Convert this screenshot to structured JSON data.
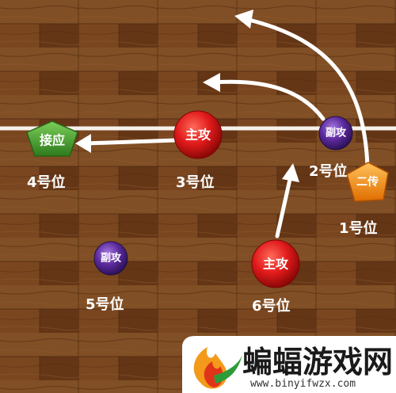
{
  "colors": {
    "court_base": "#7a4520",
    "net_line": "#f4f0ea",
    "arrow": "#ffffff",
    "red_player": "#d81818",
    "purple_player": "#5b2a9c",
    "green_player": "#3d9b2a",
    "orange_player": "#f08a10",
    "watermark_bg": "#ffffff"
  },
  "players": {
    "receiver": "接应",
    "main_attacker_front": "主攻",
    "middle_front": "副攻",
    "setter": "二传",
    "middle_back": "副攻",
    "main_attacker_back": "主攻"
  },
  "positions": {
    "pos1": "1号位",
    "pos2": "2号位",
    "pos3": "3号位",
    "pos4": "4号位",
    "pos5": "5号位",
    "pos6": "6号位"
  },
  "watermark": {
    "title": "蝙蝠游戏网",
    "url": "www.binyifwzx.com",
    "logo_icon": "flame-logo-icon"
  }
}
